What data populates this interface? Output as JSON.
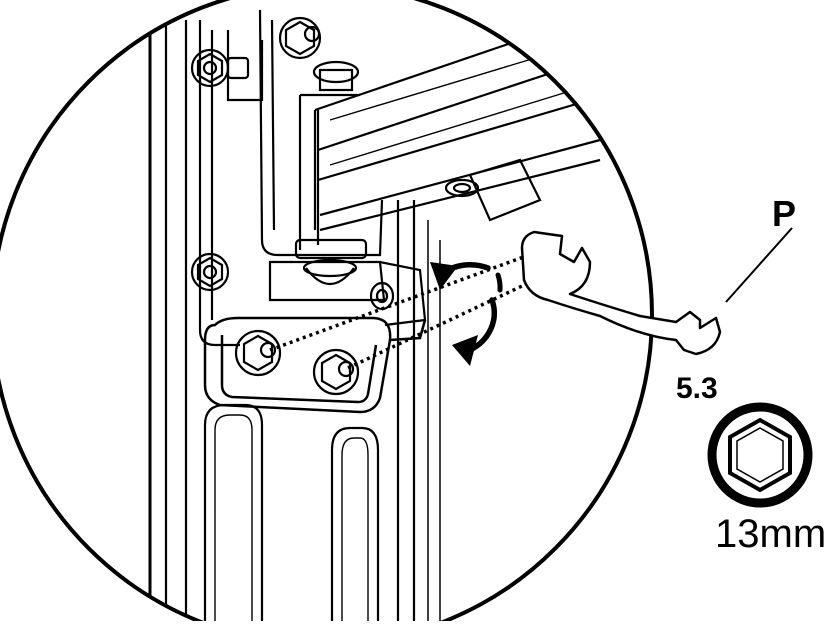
{
  "callout": {
    "part_label": "P",
    "step_number": "5.3",
    "tool_size": "13mm"
  },
  "icons": {
    "wrench": "open-end-wrench-icon",
    "socket": "hex-socket-icon",
    "rotation": "rotation-arrow-icon",
    "nut": "hex-nut-icon"
  },
  "colors": {
    "line": "#000000",
    "background": "#ffffff"
  }
}
